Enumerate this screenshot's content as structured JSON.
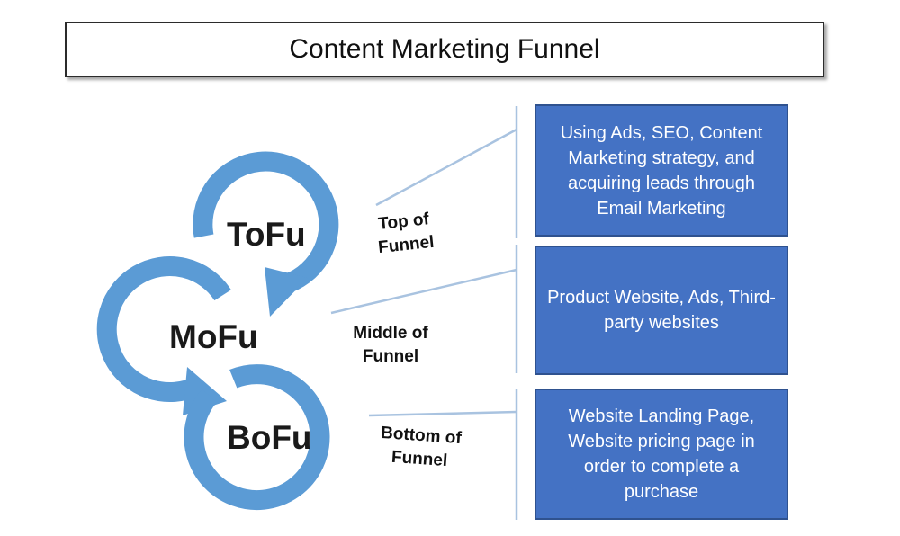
{
  "title": "Content Marketing Funnel",
  "colors": {
    "ring": "#5b9bd5",
    "box_fill": "#4472c4",
    "box_border": "#2f528f",
    "connector": "#a9c3e0"
  },
  "stages": [
    {
      "abbr": "ToFu",
      "label": "Top of\nFunnel",
      "description": "Using Ads, SEO, Content Marketing strategy, and acquiring leads through Email Marketing"
    },
    {
      "abbr": "MoFu",
      "label": "Middle of\nFunnel",
      "description": "Product Website, Ads, Third-party websites"
    },
    {
      "abbr": "BoFu",
      "label": "Bottom of\nFunnel",
      "description": "Website Landing Page, Website pricing page in order to complete a purchase"
    }
  ]
}
